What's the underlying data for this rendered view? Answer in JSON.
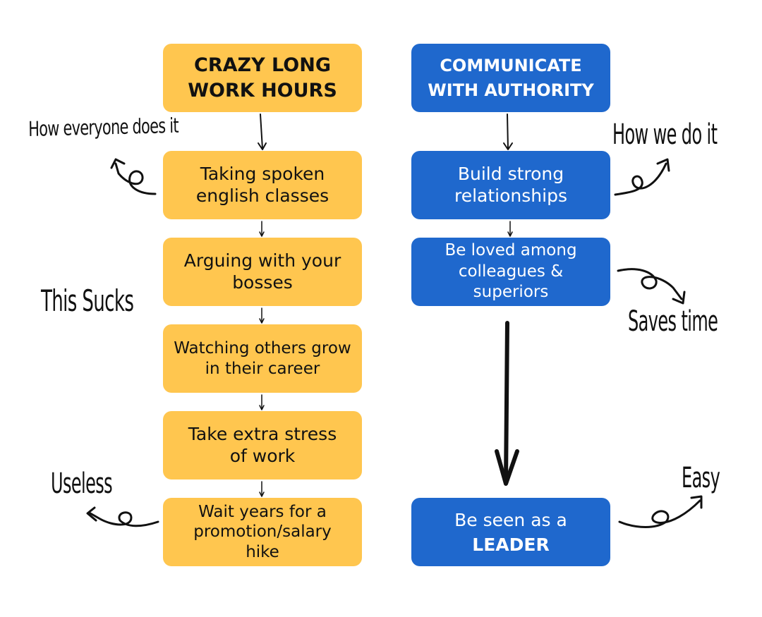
{
  "left_column": {
    "header": "CRAZY LONG WORK HOURS",
    "steps": [
      "Taking spoken english classes",
      "Arguing with your bosses",
      "Watching others grow in their career",
      "Take extra stress of work",
      "Wait years for a promotion/salary hike"
    ]
  },
  "right_column": {
    "header": "COMMUNICATE WITH AUTHORITY",
    "steps": [
      "Build strong relationships",
      "Be loved among colleagues & superiors"
    ],
    "final": {
      "line1": "Be seen as a",
      "line2": "LEADER"
    }
  },
  "annotations": {
    "how_everyone": "How everyone does it",
    "this_sucks": "This Sucks",
    "useless": "Useless",
    "how_we": "How we do it",
    "saves_time": "Saves time",
    "easy": "Easy"
  },
  "colors": {
    "yellow_box": "#FFC64F",
    "blue_box": "#1F68CD",
    "ink": "#111111"
  }
}
